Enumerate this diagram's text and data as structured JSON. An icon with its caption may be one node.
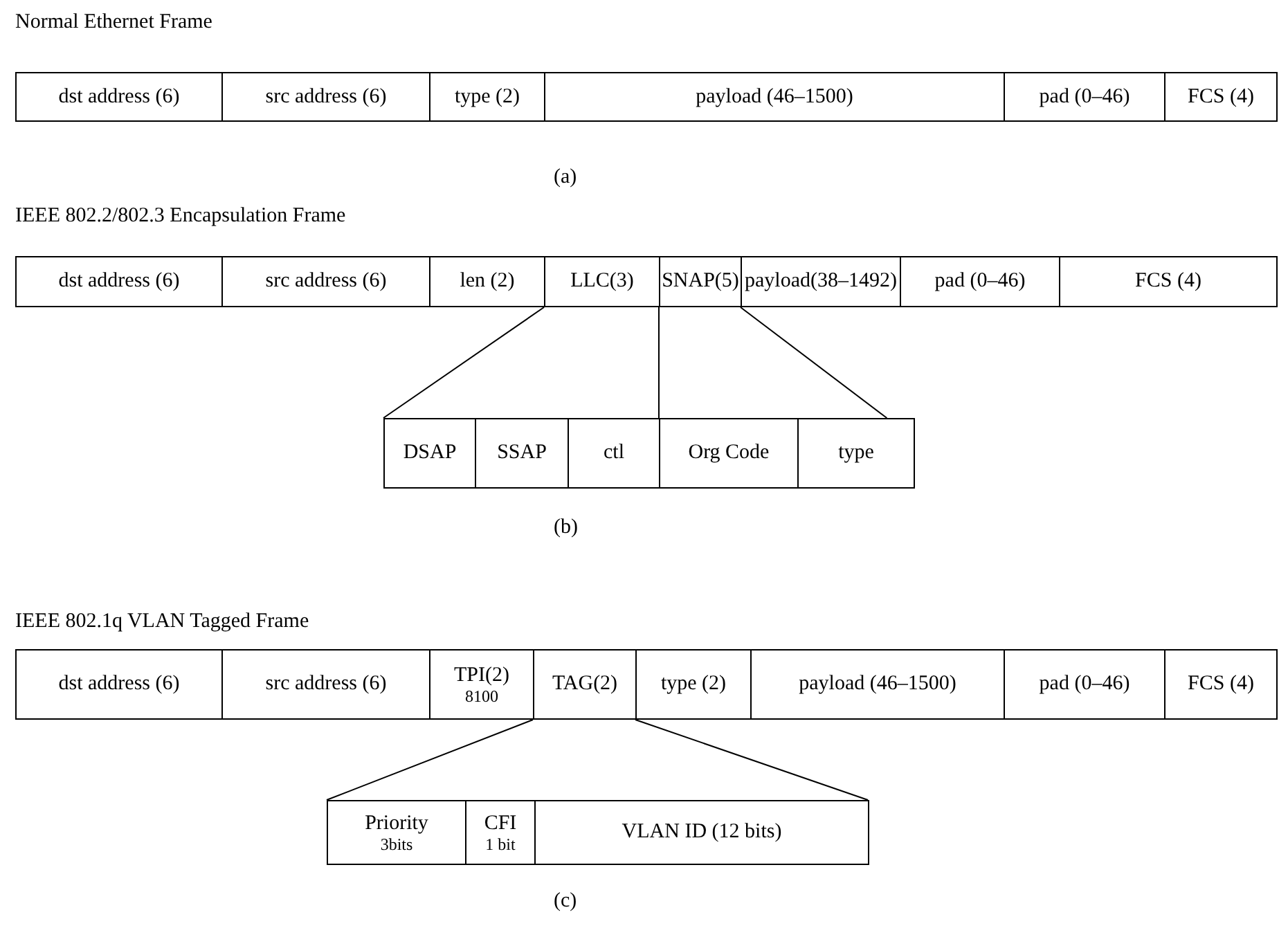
{
  "diagram": {
    "nodes": [
      {
        "text": [
          "dst address (6)"
        ]
      },
      {
        "text": [
          "src address (6)"
        ]
      },
      {
        "text": [
          "type (2)"
        ]
      },
      {
        "text": [
          "payload (46–1500)"
        ]
      },
      {
        "text": [
          "pad (0–46)"
        ]
      },
      {
        "text": [
          "FCS (4)"
        ]
      },
      {
        "text": [
          "dst address (6)"
        ]
      },
      {
        "text": [
          "src address (6)"
        ]
      },
      {
        "text": [
          "len (2)"
        ]
      },
      {
        "text": [
          "LLC(3)"
        ]
      },
      {
        "text": [
          "SNAP(5)"
        ]
      },
      {
        "text": [
          "payload(38–1492)"
        ]
      },
      {
        "text": [
          "pad (0–46)"
        ]
      },
      {
        "text": [
          "FCS (4)"
        ]
      },
      {
        "text": [
          "DSAP"
        ]
      },
      {
        "text": [
          "SSAP"
        ]
      },
      {
        "text": [
          "ctl"
        ]
      },
      {
        "text": [
          "Org Code"
        ]
      },
      {
        "text": [
          "type"
        ]
      },
      {
        "text": [
          "dst address (6)"
        ]
      },
      {
        "text": [
          "src address (6)"
        ]
      },
      {
        "text": [
          "TPI(2)",
          "8100"
        ]
      },
      {
        "text": [
          "TAG(2)"
        ]
      },
      {
        "text": [
          "type (2)"
        ]
      },
      {
        "text": [
          "payload (46–1500)"
        ]
      },
      {
        "text": [
          "pad (0–46)"
        ]
      },
      {
        "text": [
          "FCS (4)"
        ]
      },
      {
        "text": [
          "Priority",
          "3bits"
        ]
      },
      {
        "text": [
          "CFI",
          "1 bit"
        ]
      },
      {
        "text": [
          "VLAN ID (12 bits)"
        ]
      }
    ],
    "edges": [
      {
        "from": 9,
        "to": 14,
        "arrow": "none"
      },
      {
        "from": 10,
        "to": 17,
        "arrow": "none"
      },
      {
        "from": 10,
        "to": 18,
        "arrow": "none"
      },
      {
        "from": 22,
        "to": 27,
        "arrow": "none"
      },
      {
        "from": 22,
        "to": 29,
        "arrow": "none"
      }
    ],
    "labels": [
      "Normal Ethernet Frame",
      "(a)",
      "IEEE 802.2/802.3 Encapsulation Frame",
      "(b)",
      "IEEE 802.1q VLAN Tagged Frame",
      "(c)"
    ]
  }
}
